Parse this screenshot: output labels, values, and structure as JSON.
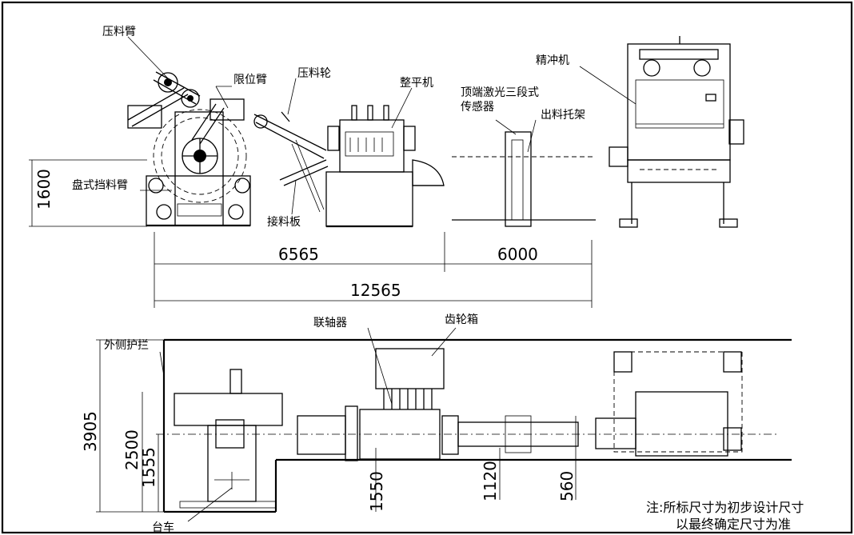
{
  "labels": {
    "press_arm": "压料臂",
    "limit_arm": "限位臂",
    "press_wheel": "压料轮",
    "leveler": "整平机",
    "top_sensor": "顶端激光三段式",
    "top_sensor_2": "传感器",
    "out_rack": "出料托架",
    "punch": "精冲机",
    "disc_arm": "盘式挡料臂",
    "feed_plate": "接料板",
    "coupling": "联轴器",
    "gearbox": "齿轮箱",
    "guard": "外侧护拦",
    "cart": "台车"
  },
  "dimensions": {
    "d1600": "1600",
    "d6565": "6565",
    "d6000": "6000",
    "d12565": "12565",
    "d3905": "3905",
    "d2500": "2500",
    "d1555": "1555",
    "d1550": "1550",
    "d1120": "1120",
    "d560": "560"
  },
  "note": {
    "line1": "注:所标尺寸为初步设计尺寸",
    "line2": "以最终确定尺寸为准"
  }
}
